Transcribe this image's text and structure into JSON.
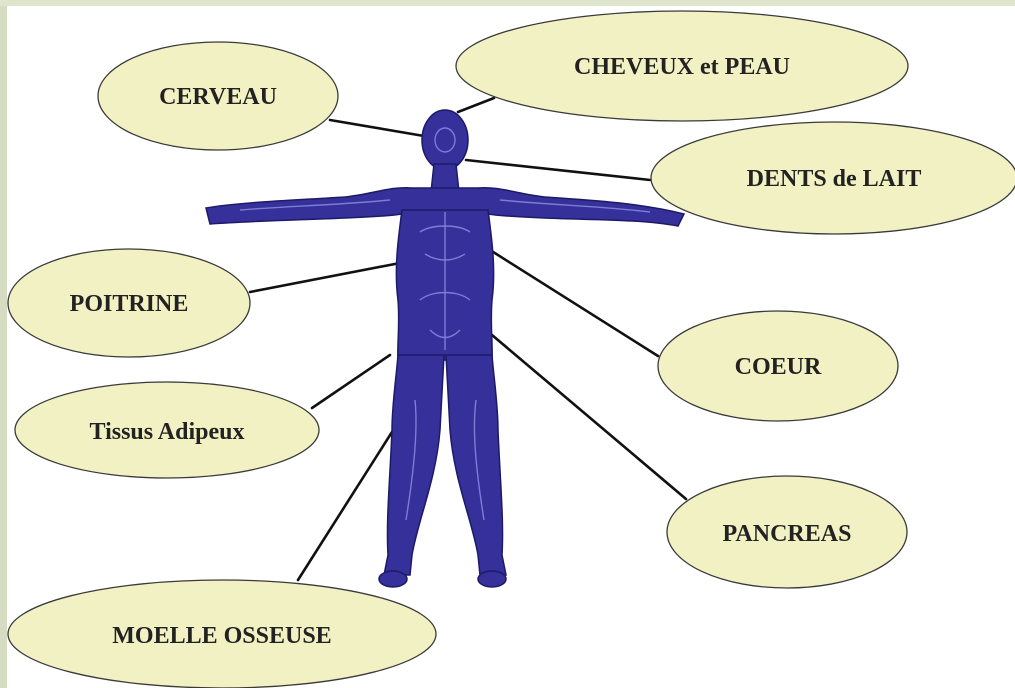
{
  "labels": {
    "cerveau": "CERVEAU",
    "cheveux_peau": "CHEVEUX et PEAU",
    "dents_lait": "DENTS de LAIT",
    "poitrine": "POITRINE",
    "coeur": "COEUR",
    "tissus_adipeux": "Tissus Adipeux",
    "pancreas": "PANCREAS",
    "moelle_osseuse": "MOELLE OSSEUSE"
  },
  "colors": {
    "bubble_fill": "#f2f1c3",
    "figure": "#35309a",
    "connector": "#111111"
  },
  "icons": {
    "figure": "human-body-icon"
  }
}
